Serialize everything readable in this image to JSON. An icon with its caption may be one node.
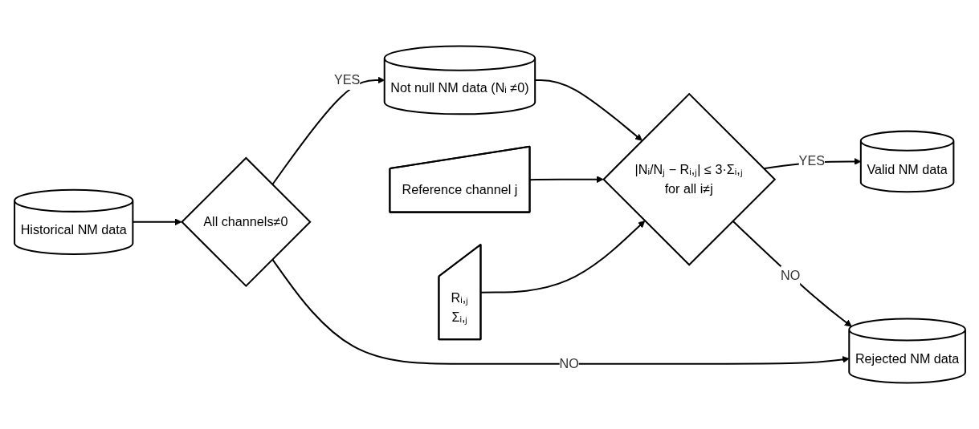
{
  "diagram": {
    "nodes": [
      {
        "text": [
          "Historical NM data"
        ]
      },
      {
        "text": [
          "All channels≠0"
        ]
      },
      {
        "text": [
          "Not null NM data (Nᵢ ≠0)"
        ]
      },
      {
        "text": [
          "Reference channel j"
        ]
      },
      {
        "text": [
          "Rᵢ,ⱼ",
          "Σᵢ,ⱼ"
        ]
      },
      {
        "text": [
          "|Nᵢ/Nⱼ − Rᵢ,ⱼ| ≤ 3·Σᵢ,ⱼ",
          "for all i≠j"
        ]
      },
      {
        "text": [
          "Valid NM data"
        ]
      },
      {
        "text": [
          "Rejected NM data"
        ]
      }
    ],
    "edges": [
      {
        "from": 0,
        "to": 1,
        "arrow": "to"
      },
      {
        "from": 1,
        "to": 2,
        "arrow": "to",
        "label": "YES"
      },
      {
        "from": 1,
        "to": 7,
        "arrow": "to",
        "label": "NO"
      },
      {
        "from": 2,
        "to": 5,
        "arrow": "to"
      },
      {
        "from": 3,
        "to": 5,
        "arrow": "to"
      },
      {
        "from": 4,
        "to": 5,
        "arrow": "to"
      },
      {
        "from": 5,
        "to": 6,
        "arrow": "to",
        "label": "YES"
      },
      {
        "from": 5,
        "to": 7,
        "arrow": "to",
        "label": "NO"
      }
    ]
  }
}
